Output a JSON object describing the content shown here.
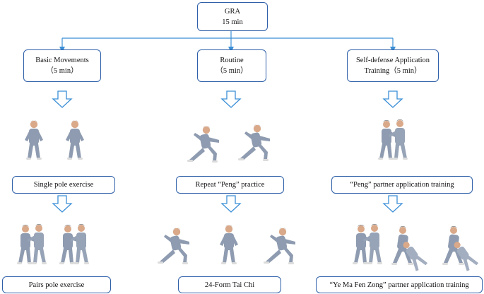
{
  "top": {
    "line1": "GRA",
    "line2": "15 min"
  },
  "columns": [
    {
      "header_line1": "Basic Movements",
      "header_line2": "（5 min）",
      "step1": "Single pole exercise",
      "step2": "Pairs pole exercise"
    },
    {
      "header_line1": "Routine",
      "header_line2": "（5 min）",
      "step1": "Repeat “Peng” practice",
      "step2": "24-Form Tai Chi"
    },
    {
      "header_line1": "Self-defense Application",
      "header_line2": "Training（5 min）",
      "step1": "“Peng” partner application training",
      "step2": "“Ye Ma Fen Zong” partner application training"
    }
  ],
  "colors": {
    "box_border": "#2e5fa8",
    "arrow": "#3b8fd6",
    "figure_body": "#8e9bb0",
    "figure_skin": "#d9a98a",
    "figure_hair": "#2a2a2a",
    "figure_shoe": "#dcdcdc"
  }
}
